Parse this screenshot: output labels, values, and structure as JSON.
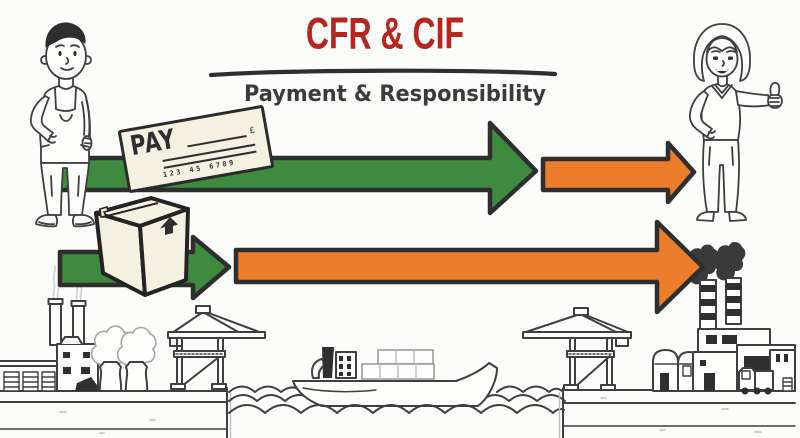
{
  "header": {
    "title": "CFR & CIF",
    "subtitle": "Payment & Responsibility"
  },
  "payment_check": {
    "pay_label": "PAY",
    "amount_mark": "£",
    "micr_digits": "123 45 6789"
  },
  "colors": {
    "title_red": "#b5261f",
    "ink_dark": "#3b3b3b",
    "arrow_green": "#3e8b40",
    "arrow_orange": "#ec7d2b",
    "arrow_outline": "#2e2e2e",
    "paper_cream": "#f4f1e2",
    "background": "#fcfcfb"
  },
  "icons": {
    "check": "pay-check-icon",
    "box": "package-box-icon",
    "seller": "seller-character",
    "buyer": "buyer-character",
    "scene": [
      "factory-icon",
      "warehouse-icon",
      "cooling-towers-icon",
      "gantry-crane-icon",
      "container-ship-icon",
      "water-waves-icon",
      "silo-icon",
      "truck-icon",
      "chimney-smoke-icon"
    ]
  }
}
